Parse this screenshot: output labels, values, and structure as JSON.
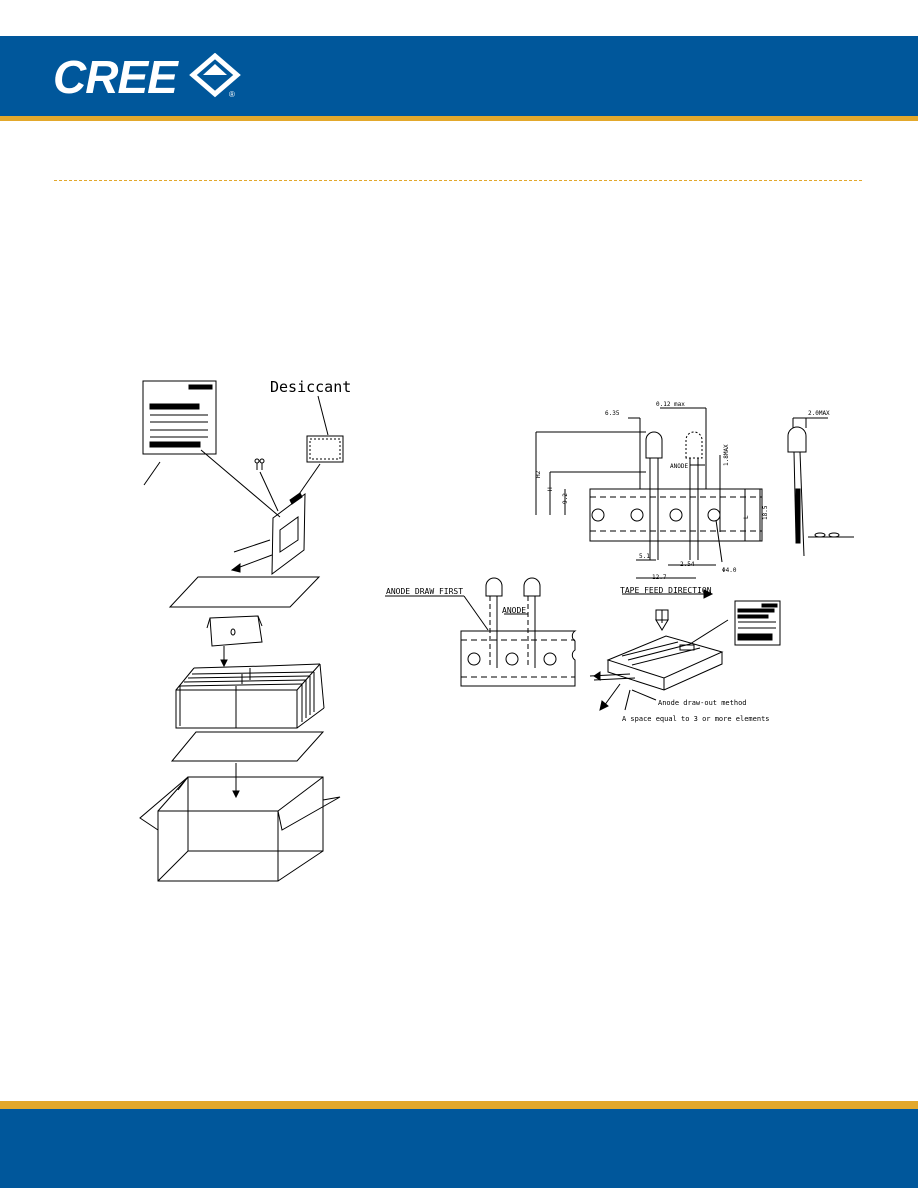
{
  "brand": {
    "name": "CREE",
    "primary_color": "#00579b",
    "accent_color": "#e3a82b"
  },
  "packing_diagram": {
    "desiccant_label": "Desiccant"
  },
  "tape_diagram": {
    "anode_draw_first": "ANODE DRAW FIRST",
    "anode": "ANODE",
    "tape_feed_direction": "TAPE FEED DIRECTION",
    "anode_draw_out_method": "Anode draw-out method",
    "space_note": "A space equal to 3 or more elements",
    "dimensions": {
      "d_635": "6.35",
      "d_012max": "0.12 max",
      "d_20max": "2.0MAX",
      "d_H2": "H2",
      "d_H": "H",
      "d_92": "9.2",
      "d_180max": "1.8MAX",
      "d_L": "L",
      "d_185": "18.5",
      "d_51": "5.1",
      "d_254": "2.54",
      "d_127": "12.7",
      "d_phi40": "Φ4.0",
      "anode_small": "ANODE"
    }
  }
}
